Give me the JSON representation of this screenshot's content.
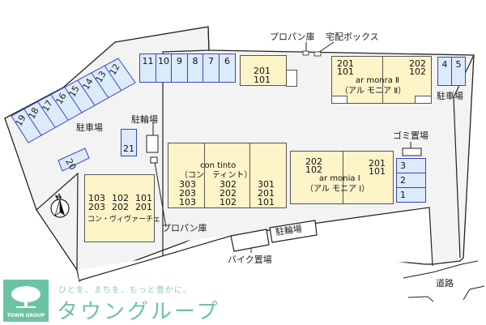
{
  "map": {
    "labels": {
      "parking_left": "駐車場",
      "parking_right": "駐車場",
      "bicycle_left": "駐輪場",
      "bicycle_bottom": "駐輪場",
      "propane_top": "プロパン庫",
      "delivery_box": "宅配ボックス",
      "propane_left": "プロパン庫",
      "garbage": "ゴミ置場",
      "bike_parking": "バイク置場",
      "road": "道路",
      "north": "N"
    },
    "parking_slots_top": [
      "11",
      "10",
      "9",
      "8",
      "7",
      "6"
    ],
    "parking_slots_diag": [
      "19",
      "18",
      "17",
      "16",
      "15",
      "14",
      "13",
      "12"
    ],
    "parking_slot_21": "21",
    "parking_slot_20": "20",
    "parking_slots_right_top": [
      "4",
      "5"
    ],
    "parking_slots_right": [
      "3",
      "2",
      "1"
    ],
    "buildings": {
      "small": {
        "rooms": [
          "201",
          "101"
        ]
      },
      "ar_monra_2": {
        "left_rooms": [
          "201",
          "101"
        ],
        "right_rooms": [
          "202",
          "102"
        ],
        "name_en": "ar monra Ⅱ",
        "name_jp": "（アル モニア Ⅱ）"
      },
      "con_tinto": {
        "name_en": "con tinto",
        "name_jp": "（コン　ティント）",
        "col1": [
          "303",
          "203",
          "103"
        ],
        "col2": [
          "302",
          "202",
          "102"
        ],
        "col3": [
          "301",
          "201",
          "101"
        ]
      },
      "ar_monia_1": {
        "left_rooms": [
          "202",
          "102"
        ],
        "right_rooms": [
          "201",
          "101"
        ],
        "name_en": "ar monia Ⅰ",
        "name_jp": "（アル モニア Ⅰ）"
      },
      "con_vivace": {
        "row1": [
          "103",
          "102",
          "101"
        ],
        "row2": [
          "203",
          "202",
          "201"
        ],
        "name": "コン・ヴィヴァーチェ"
      }
    }
  },
  "footer": {
    "logo_caption": "TOWN GROUP",
    "slogan": "ひとを、まちを、もっと豊かに。",
    "brand": "タウングループ"
  },
  "colors": {
    "building_fill": "#fdf4c8",
    "parking_fill": "#dcebfa",
    "parking_border": "#3a44c0",
    "site_fill": "#f3f3f3",
    "brand_green": "#6cc3a2"
  }
}
